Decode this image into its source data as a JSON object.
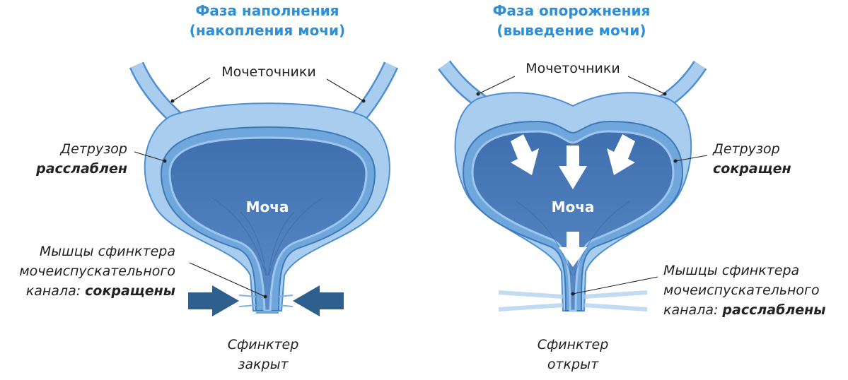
{
  "left": {
    "title_line1": "Фаза наполнения",
    "title_line2": "(накопления мочи)",
    "ureters": "Мочеточники",
    "detrusor": "Детрузор",
    "detrusor_state": "расслаблен",
    "urine": "Моча",
    "sphincter_line1": "Мышцы сфинктера",
    "sphincter_line2": "мочеиспускательного",
    "sphincter_line3": "канала: ",
    "sphincter_state": "сокращены",
    "bottom_line1": "Сфинктер",
    "bottom_line2": "закрыт"
  },
  "right": {
    "title_line1": "Фаза опорожнения",
    "title_line2": "(выведение мочи)",
    "ureters": "Мочеточники",
    "detrusor": "Детрузор",
    "detrusor_state": "сокращен",
    "urine": "Моча",
    "sphincter_line1": "Мышцы сфинктера",
    "sphincter_line2": "мочеиспускательного",
    "sphincter_line3": "канала: ",
    "sphincter_state": "расслаблены",
    "bottom_line1": "Сфинктер",
    "bottom_line2": "открыт"
  },
  "colors": {
    "title": "#2b8fd9",
    "outer": "#a9cdef",
    "wall": "#6fa6dc",
    "lumen": "#4775b0",
    "arrow_dark": "#2f5f8c"
  }
}
